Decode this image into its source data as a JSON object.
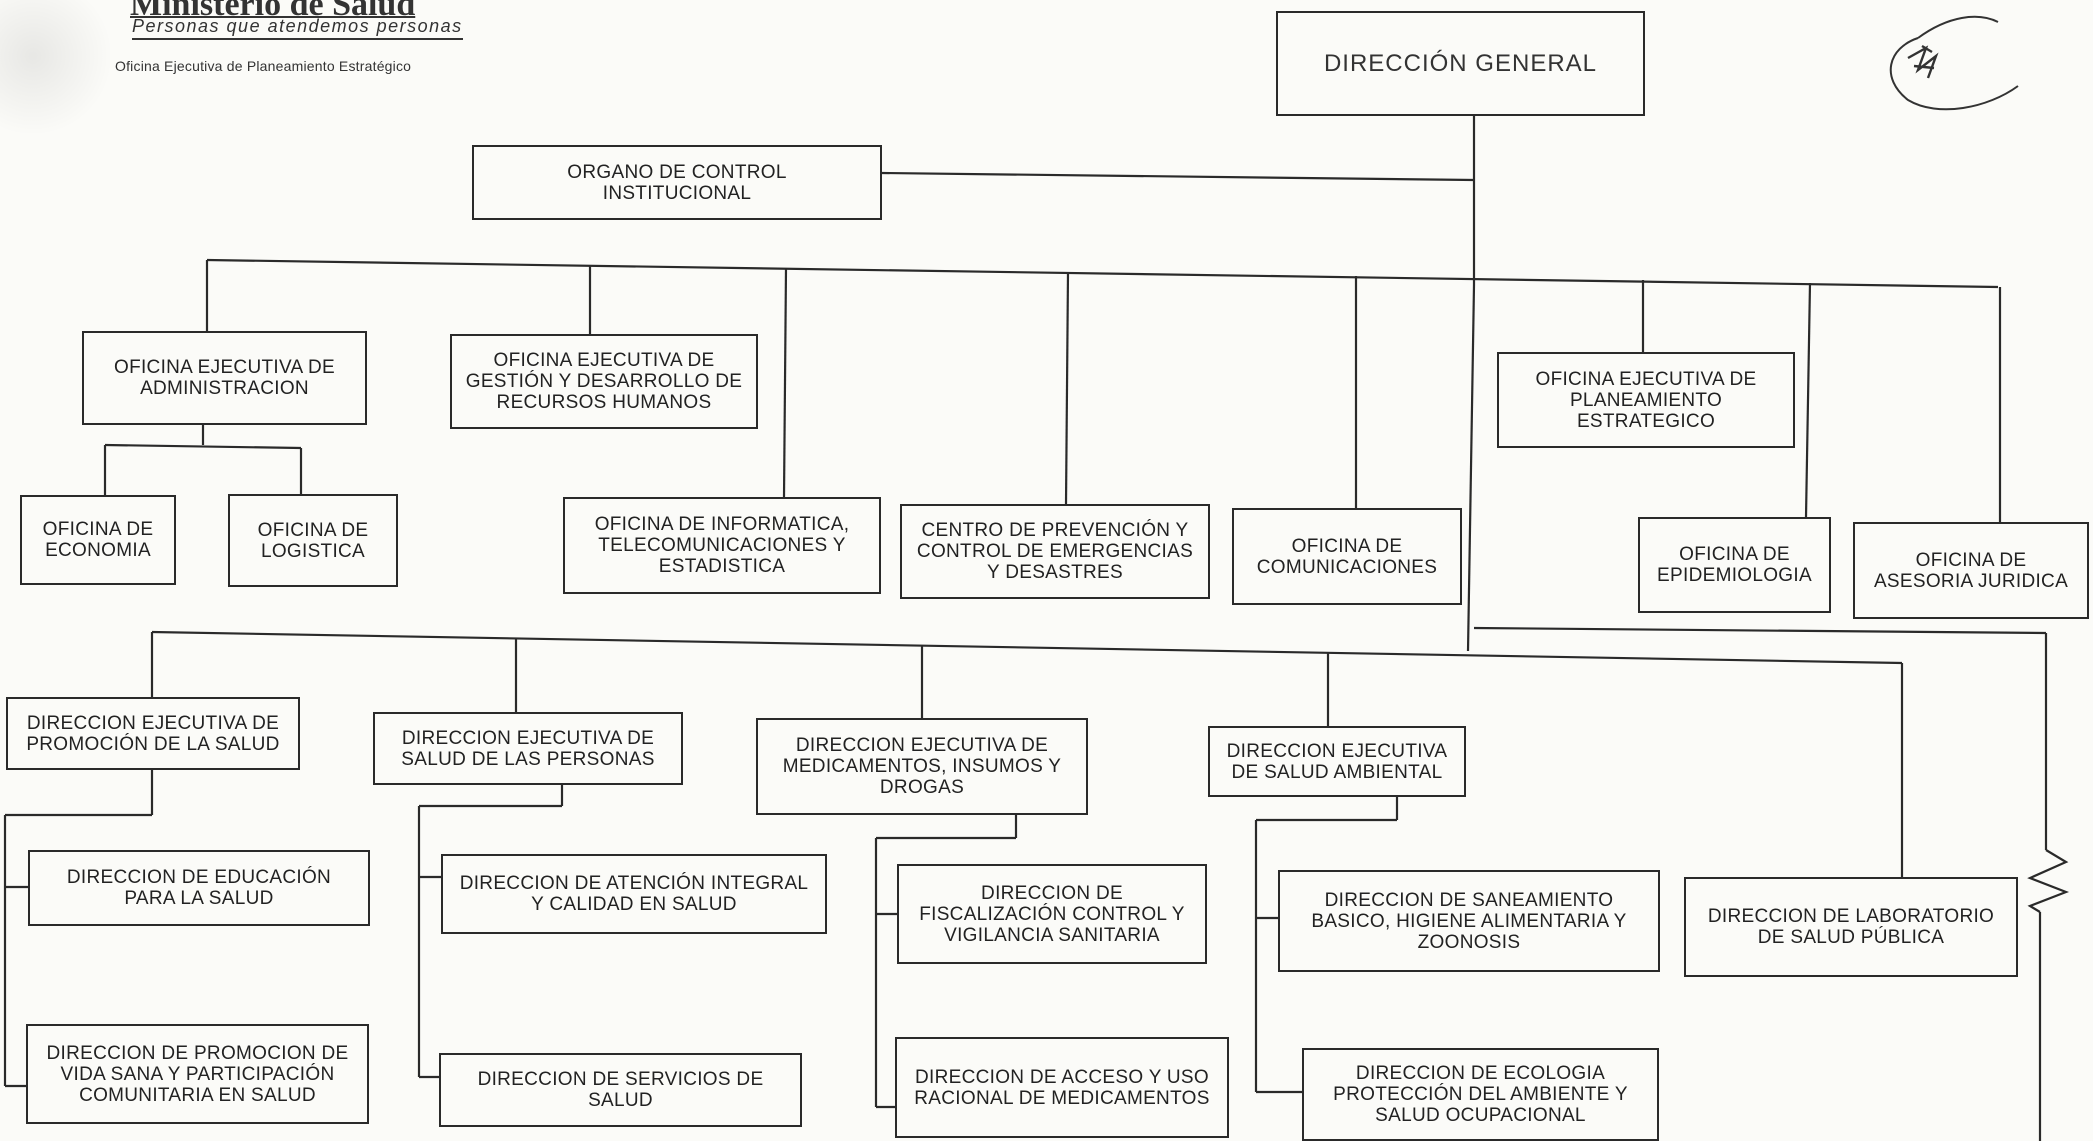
{
  "header": {
    "ministry": "Ministerio de Salud",
    "tagline": "Personas que atendemos personas",
    "office": "Oficina Ejecutiva de Planeamiento Estratégico"
  },
  "nodes": {
    "direccion_general": "DIRECCIÓN GENERAL",
    "organo_control": "ORGANO DE CONTROL\nINSTITUCIONAL",
    "oe_administracion": "OFICINA EJECUTIVA DE\nADMINISTRACION",
    "oficina_economia": "OFICINA  DE\nECONOMIA",
    "oficina_logistica": "OFICINA DE\nLOGISTICA",
    "oe_rrhh": "OFICINA EJECUTIVA DE\nGESTIÓN Y DESARROLLO DE\nRECURSOS HUMANOS",
    "oficina_informatica": "OFICINA DE INFORMATICA,\nTELECOMUNICACIONES Y\nESTADISTICA",
    "centro_prevencion": "CENTRO DE PREVENCIÓN Y\nCONTROL DE EMERGENCIAS\nY DESASTRES",
    "oficina_comunicaciones": "OFICINA DE\nCOMUNICACIONES",
    "oe_planeamiento": "OFICINA EJECUTIVA DE\nPLANEAMIENTO\nESTRATEGICO",
    "oficina_epidemiologia": "OFICINA DE\nEPIDEMIOLOGIA",
    "oficina_asesoria": "OFICINA DE\nASESORIA JURIDICA",
    "de_promocion": "DIRECCION EJECUTIVA DE\nPROMOCIÓN DE LA SALUD",
    "d_educacion": "DIRECCION DE EDUCACIÓN\nPARA LA SALUD",
    "d_vida_sana": "DIRECCION DE PROMOCION DE\nVIDA SANA Y PARTICIPACIÓN\nCOMUNITARIA EN SALUD",
    "de_personas": "DIRECCION EJECUTIVA DE\nSALUD DE LAS PERSONAS",
    "d_atencion": "DIRECCION DE ATENCIÓN INTEGRAL\nY CALIDAD EN SALUD",
    "d_servicios": "DIRECCION DE SERVICIOS DE\nSALUD",
    "de_medicamentos": "DIRECCION EJECUTIVA DE\nMEDICAMENTOS, INSUMOS Y\nDROGAS",
    "d_fiscalizacion": "DIRECCION DE\nFISCALIZACIÓN CONTROL Y\nVIGILANCIA SANITARIA",
    "d_acceso": "DIRECCION DE ACCESO Y USO\nRACIONAL DE MEDICAMENTOS",
    "de_ambiental": "DIRECCION EJECUTIVA\nDE SALUD AMBIENTAL",
    "d_saneamiento": "DIRECCION DE SANEAMIENTO\nBASICO, HIGIENE ALIMENTARIA Y\nZOONOSIS",
    "d_ecologia": "DIRECCION DE ECOLOGIA\nPROTECCIÓN DEL AMBIENTE Y\nSALUD OCUPACIONAL",
    "d_laboratorio": "DIRECCION DE  LABORATORIO\nDE SALUD PÚBLICA"
  }
}
